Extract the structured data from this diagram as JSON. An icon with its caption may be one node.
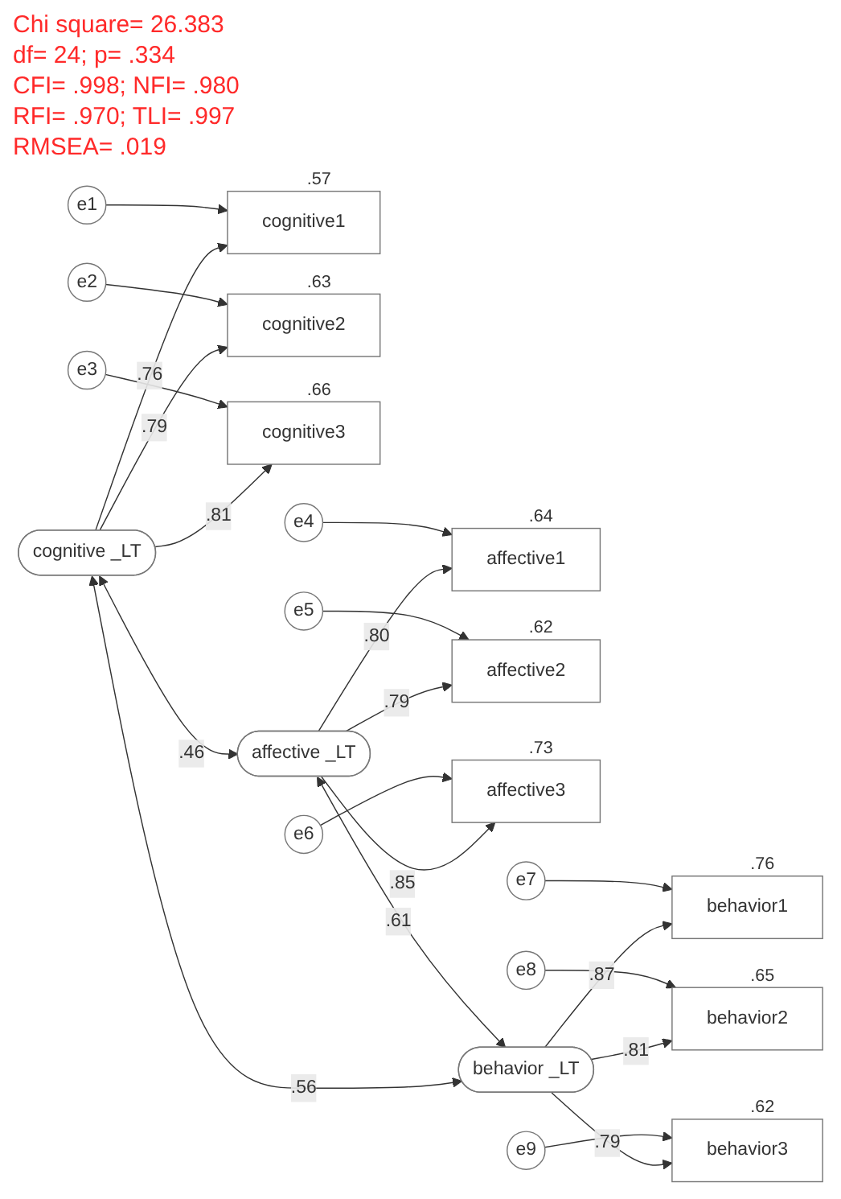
{
  "diagram": {
    "nodes": [
      {
        "text": [
          "cognitive _LT"
        ]
      },
      {
        "text": [
          "cognitive1"
        ],
        "beside": [
          ".57"
        ]
      },
      {
        "text": [
          "e1"
        ]
      },
      {
        "text": [
          "cognitive2"
        ],
        "beside": [
          ".63"
        ]
      },
      {
        "text": [
          "e2"
        ]
      },
      {
        "text": [
          "cognitive3"
        ],
        "beside": [
          ".66"
        ]
      },
      {
        "text": [
          "e3"
        ]
      },
      {
        "text": [
          "affective _LT"
        ]
      },
      {
        "text": [
          "affective1"
        ],
        "beside": [
          ".64"
        ]
      },
      {
        "text": [
          "e4"
        ]
      },
      {
        "text": [
          "affective2"
        ],
        "beside": [
          ".62"
        ]
      },
      {
        "text": [
          "e5"
        ]
      },
      {
        "text": [
          "affective3"
        ],
        "beside": [
          ".73"
        ]
      },
      {
        "text": [
          "e6"
        ]
      },
      {
        "text": [
          "behavior _LT"
        ]
      },
      {
        "text": [
          "behavior1"
        ],
        "beside": [
          ".76"
        ]
      },
      {
        "text": [
          "e7"
        ]
      },
      {
        "text": [
          "behavior2"
        ],
        "beside": [
          ".65"
        ]
      },
      {
        "text": [
          "e8"
        ]
      },
      {
        "text": [
          "behavior3"
        ],
        "beside": [
          ".62"
        ]
      },
      {
        "text": [
          "e9"
        ]
      }
    ],
    "edges": [
      {
        "from": 0,
        "to": 1,
        "arrow": "to",
        "label": ".76"
      },
      {
        "from": 0,
        "to": 3,
        "arrow": "to",
        "label": ".79"
      },
      {
        "from": 0,
        "to": 5,
        "arrow": "to",
        "label": ".81"
      },
      {
        "from": 2,
        "to": 1,
        "arrow": "to"
      },
      {
        "from": 4,
        "to": 3,
        "arrow": "to"
      },
      {
        "from": 6,
        "to": 5,
        "arrow": "to"
      },
      {
        "from": 7,
        "to": 8,
        "arrow": "to",
        "label": ".80"
      },
      {
        "from": 7,
        "to": 10,
        "arrow": "to",
        "label": ".79"
      },
      {
        "from": 7,
        "to": 12,
        "arrow": "to",
        "label": ".85"
      },
      {
        "from": 9,
        "to": 8,
        "arrow": "to"
      },
      {
        "from": 11,
        "to": 10,
        "arrow": "to"
      },
      {
        "from": 13,
        "to": 12,
        "arrow": "to"
      },
      {
        "from": 14,
        "to": 15,
        "arrow": "to",
        "label": ".87"
      },
      {
        "from": 14,
        "to": 17,
        "arrow": "to",
        "label": ".81"
      },
      {
        "from": 14,
        "to": 19,
        "arrow": "to",
        "label": ".79"
      },
      {
        "from": 16,
        "to": 15,
        "arrow": "to"
      },
      {
        "from": 18,
        "to": 17,
        "arrow": "to"
      },
      {
        "from": 20,
        "to": 19,
        "arrow": "to"
      },
      {
        "from": 0,
        "to": 7,
        "arrow": "both",
        "label": ".46"
      },
      {
        "from": 0,
        "to": 14,
        "arrow": "both",
        "label": ".56"
      },
      {
        "from": 7,
        "to": 14,
        "arrow": "both",
        "label": ".61"
      }
    ],
    "labels": [
      "Chi square= 26.383",
      "df= 24; p= .334",
      "CFI= .998; NFI= .980",
      "RFI= .970; TLI= .997",
      "RMSEA= .019"
    ]
  }
}
